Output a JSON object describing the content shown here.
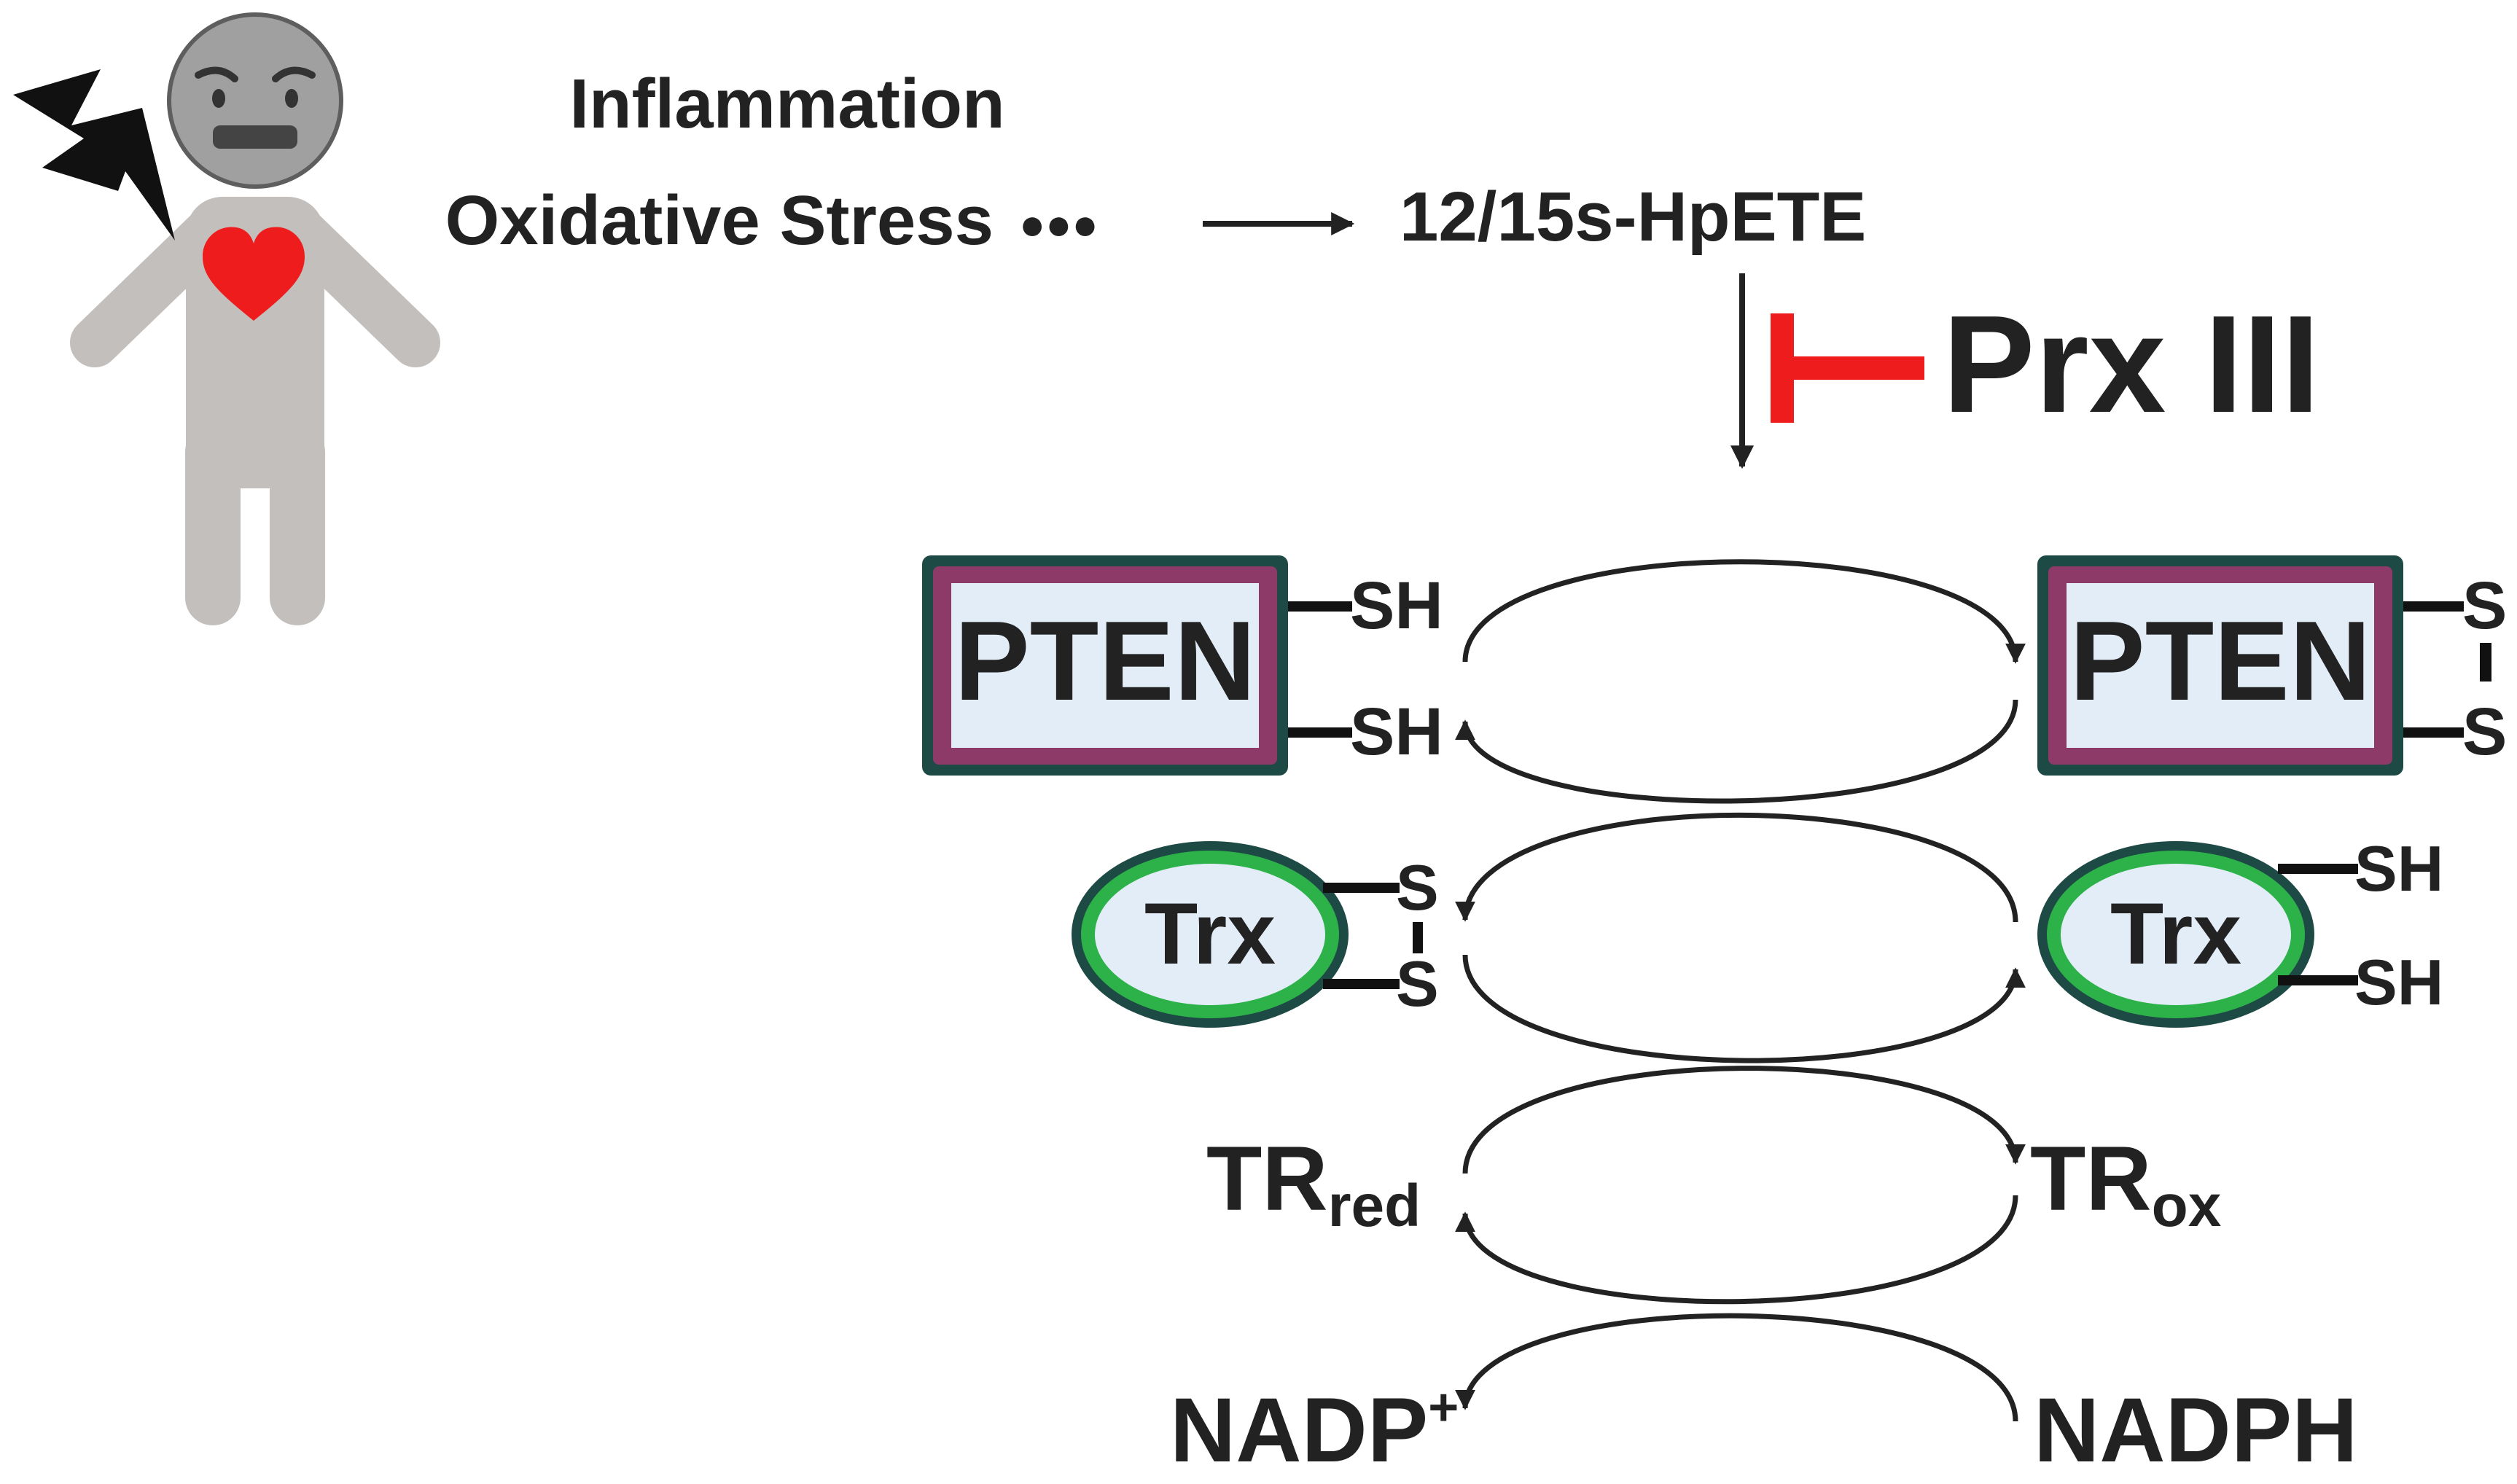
{
  "top": {
    "inflammation": "Inflammation",
    "oxidative_stress": "Oxidative Stress",
    "ellipsis": "●●●",
    "hpete": "12/15s-HpETE",
    "inhibitor": "Prx III"
  },
  "pten": {
    "label_left": "PTEN",
    "label_right": "PTEN",
    "thiol_top": "SH",
    "thiol_bottom": "SH",
    "disulfide_top": "S",
    "disulfide_bottom": "S"
  },
  "trx": {
    "label_left": "Trx",
    "label_right": "Trx",
    "disulfide_top": "S",
    "disulfide_bottom": "S",
    "thiol_top": "SH",
    "thiol_bottom": "SH"
  },
  "tr": {
    "red_base": "TR",
    "red_sub": "red",
    "ox_base": "TR",
    "ox_sub": "ox"
  },
  "nadp": {
    "nadp_base": "NADP",
    "nadp_sup": "+",
    "nadph": "NADPH"
  },
  "colors": {
    "ink": "#222222",
    "inhibition_red": "#ee1c1c",
    "heart_red": "#ee1c1c",
    "body_grey": "#c2bfbd",
    "face_grey": "#a0a0a0",
    "pten_outer": "#1e4a45",
    "pten_mid": "#8e3a68",
    "pten_fill": "#e3edf8",
    "trx_outer": "#1e4a45",
    "trx_ring": "#2db24a",
    "trx_fill": "#e3edf8"
  },
  "icons": [
    "worried-face-icon",
    "heart-icon",
    "lightning-bolt-icon"
  ]
}
